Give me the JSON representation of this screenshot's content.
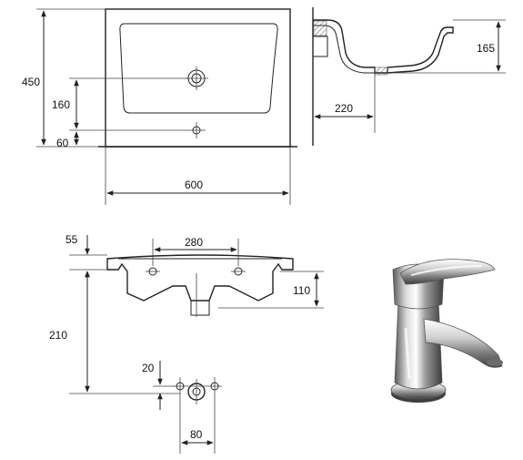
{
  "dimensions": {
    "top_view": {
      "depth": "450",
      "tap_to_back": "160",
      "overflow_to_back": "60",
      "width": "600"
    },
    "side_view": {
      "height": "165",
      "depth": "220"
    },
    "front_view": {
      "top_offset": "55",
      "hole_spacing": "280",
      "bowl_depth": "110",
      "total_drop": "210"
    },
    "tap_hole_detail": {
      "offset": "20",
      "spacing": "80"
    }
  },
  "colors": {
    "line": "#222222",
    "chrome_dark": "#555555",
    "chrome_light": "#f4f4f4"
  },
  "icons": {
    "faucet": "single-lever-basin-mixer"
  }
}
